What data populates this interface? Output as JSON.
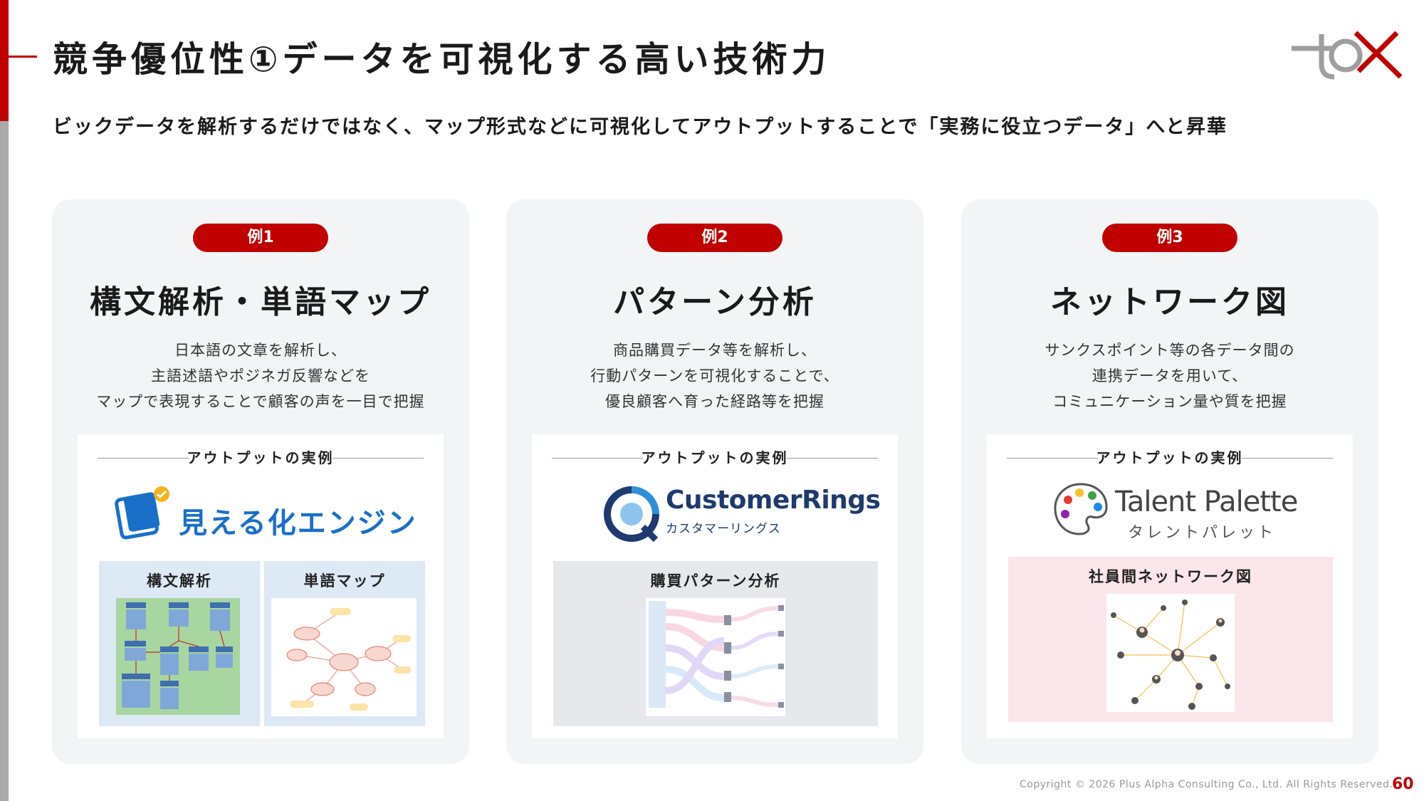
{
  "page": {
    "title": "競争優位性①データを可視化する高い技術力",
    "subtitle": "ビックデータを解析するだけではなく、マップ形式などに可視化してアウトプットすることで「実務に役立つデータ」へと昇華",
    "copyright": "Copyright © 2026 Plus Alpha Consulting Co., Ltd. All Rights Reserved.",
    "page_number": "60"
  },
  "colors": {
    "accent": "#c00000",
    "card_bg": "#f3f4f6",
    "brand_blue": "#1a6fc9",
    "brand_navy": "#1f3a6e"
  },
  "cards": [
    {
      "badge": "例1",
      "title": "構文解析・単語マップ",
      "desc": [
        "日本語の文章を解析し、",
        "主語述語やポジネガ反響などを",
        "マップで表現することで顧客の声を一目で把握"
      ],
      "output_label": "アウトプットの実例",
      "brand": {
        "name": "見える化エンジン",
        "icon": "visualize-engine-logo-icon"
      },
      "panels": [
        {
          "label": "構文解析",
          "image": "syntax-analysis-tree-thumbnail"
        },
        {
          "label": "単語マップ",
          "image": "word-map-thumbnail"
        }
      ]
    },
    {
      "badge": "例2",
      "title": "パターン分析",
      "desc": [
        "商品購買データ等を解析し、",
        "行動パターンを可視化することで、",
        "優良顧客へ育った経路等を把握"
      ],
      "output_label": "アウトプットの実例",
      "brand": {
        "name": "CustomerRings",
        "sub": "カスタマーリングス",
        "icon": "customer-rings-logo-icon"
      },
      "panels": [
        {
          "label": "購買パターン分析",
          "image": "purchase-pattern-sankey-thumbnail"
        }
      ]
    },
    {
      "badge": "例3",
      "title": "ネットワーク図",
      "desc": [
        "サンクスポイント等の各データ間の",
        "連携データを用いて、",
        "コミュニケーション量や質を把握"
      ],
      "output_label": "アウトプットの実例",
      "brand": {
        "name": "Talent Palette",
        "sub": "タレントパレット",
        "icon": "palette-logo-icon"
      },
      "panels": [
        {
          "label": "社員間ネットワーク図",
          "image": "employee-network-graph-thumbnail"
        }
      ]
    }
  ]
}
